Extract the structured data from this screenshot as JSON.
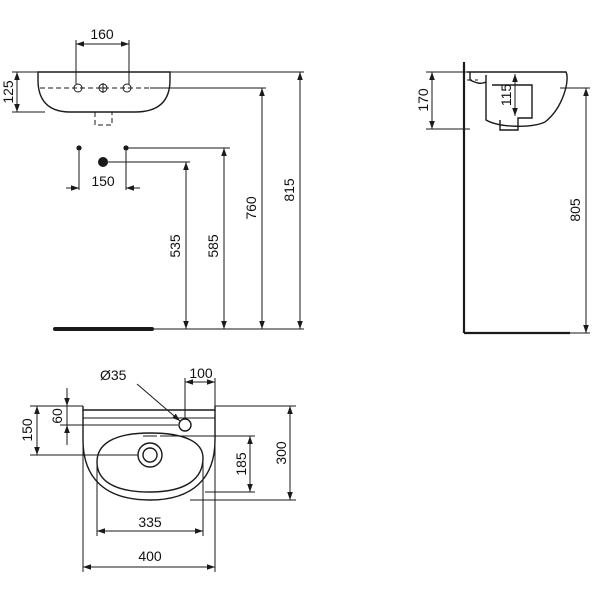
{
  "dimensions": {
    "front_tap_spacing": "160",
    "front_basin_height": "125",
    "front_inlet_spacing": "150",
    "front_height_535": "535",
    "front_height_585": "585",
    "front_height_760": "760",
    "front_height_815": "815",
    "side_depth_170": "170",
    "side_depth_115": "115",
    "side_height_805": "805",
    "plan_tap_hole_diameter": "Ø35",
    "plan_tap_offset": "100",
    "plan_depth_150": "150",
    "plan_depth_60": "60",
    "plan_bowl_depth": "185",
    "plan_overall_depth": "300",
    "plan_bowl_width": "335",
    "plan_overall_width": "400"
  }
}
